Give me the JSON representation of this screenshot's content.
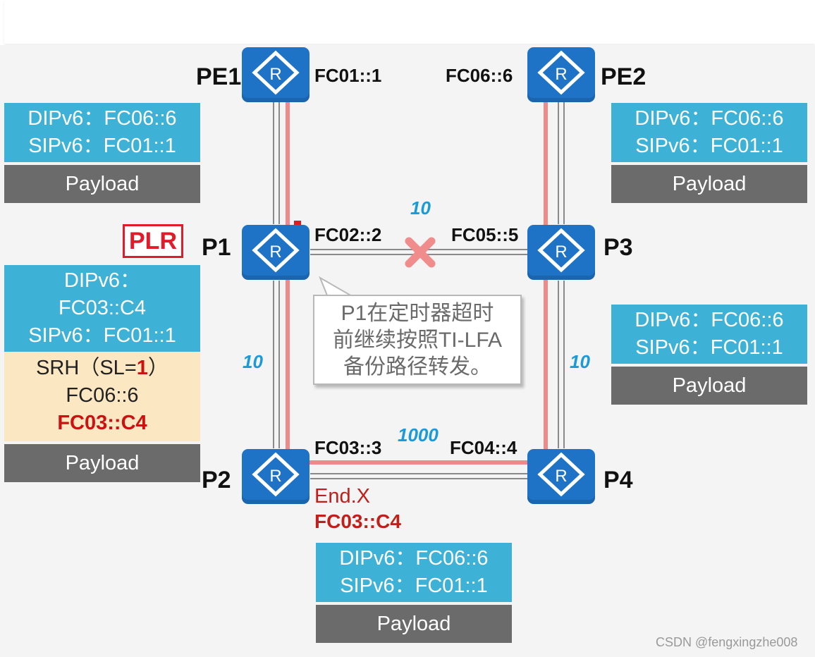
{
  "nodes": {
    "pe1": {
      "name": "PE1",
      "addr": "FC01::1"
    },
    "pe2": {
      "name": "PE2",
      "addr": "FC06::6"
    },
    "p1": {
      "name": "P1",
      "addr": "FC02::2"
    },
    "p3": {
      "name": "P3",
      "addr": "FC05::5"
    },
    "p2": {
      "name": "P2",
      "addr": "FC03::3"
    },
    "p4": {
      "name": "P4",
      "addr": "FC04::4"
    }
  },
  "router_glyph": "R",
  "metrics": {
    "p1_p3": "10",
    "p1_p2": "10",
    "p3_p4": "10",
    "p2_p4": "1000"
  },
  "plr_label": "PLR",
  "callout_lines": [
    "P1在定时器超时",
    "前继续按照TI-LFA",
    "备份路径转发。"
  ],
  "end_x": {
    "label": "End.X",
    "sid": "FC03::C4"
  },
  "packets": {
    "left_top": {
      "dip": "DIPv6：FC06::6",
      "sip": "SIPv6：FC01::1",
      "payload": "Payload"
    },
    "right_top": {
      "dip": "DIPv6：FC06::6",
      "sip": "SIPv6：FC01::1",
      "payload": "Payload"
    },
    "left_mid": {
      "dip_label": "DIPv6：",
      "dip_value": "FC03::C4",
      "sip": "SIPv6：FC01::1",
      "srh_prefix": "SRH（SL=",
      "srh_sl": "1",
      "srh_suffix": "）",
      "srh_seg1": "FC06::6",
      "srh_seg2": "FC03::C4",
      "payload": "Payload"
    },
    "right_mid": {
      "dip": "DIPv6：FC06::6",
      "sip": "SIPv6：FC01::1",
      "payload": "Payload"
    },
    "bottom": {
      "dip": "DIPv6：FC06::6",
      "sip": "SIPv6：FC01::1",
      "payload": "Payload"
    }
  },
  "colors": {
    "router": "#1f73c7",
    "path": "#ee8a8a",
    "header": "#3db2d6",
    "srh": "#fbe7c1",
    "payload": "#6b6b6b",
    "plr": "#e11b2a",
    "metric": "#1a9ad8"
  },
  "watermark": "CSDN @fengxingzhe008"
}
